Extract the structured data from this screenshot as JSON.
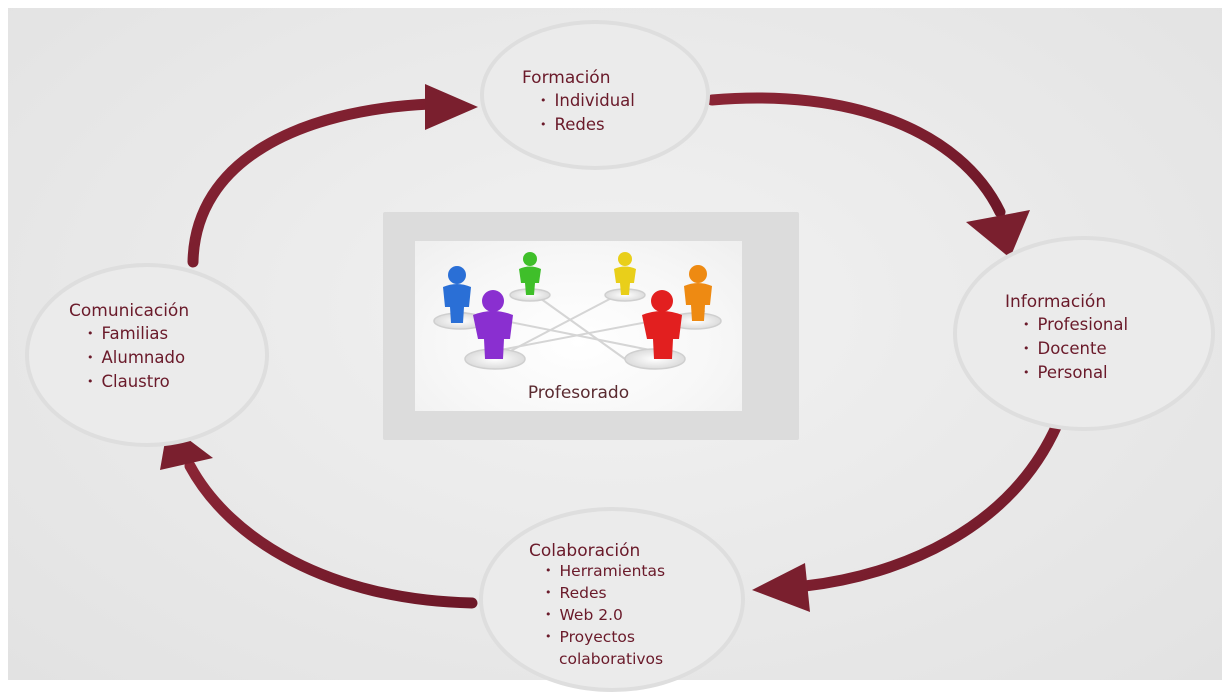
{
  "nodes": {
    "formacion": {
      "title": "Formación",
      "items": [
        "Individual",
        "Redes"
      ]
    },
    "informacion": {
      "title": "Información",
      "items": [
        "Profesional",
        "Docente",
        "Personal"
      ]
    },
    "colaboracion": {
      "title": "Colaboración",
      "items": [
        "Herramientas",
        "Redes",
        "Web 2.0",
        "Proyectos",
        "colaborativos"
      ]
    },
    "comunicacion": {
      "title": "Comunicación",
      "items": [
        "Familias",
        "Alumnado",
        "Claustro"
      ]
    }
  },
  "center": {
    "label": "Profesorado"
  },
  "colors": {
    "arrow": "#7a1f2e",
    "text": "#6a1a2a",
    "node_border": "#dedede"
  },
  "figures": [
    "blue",
    "green",
    "yellow",
    "orange",
    "purple",
    "red"
  ]
}
